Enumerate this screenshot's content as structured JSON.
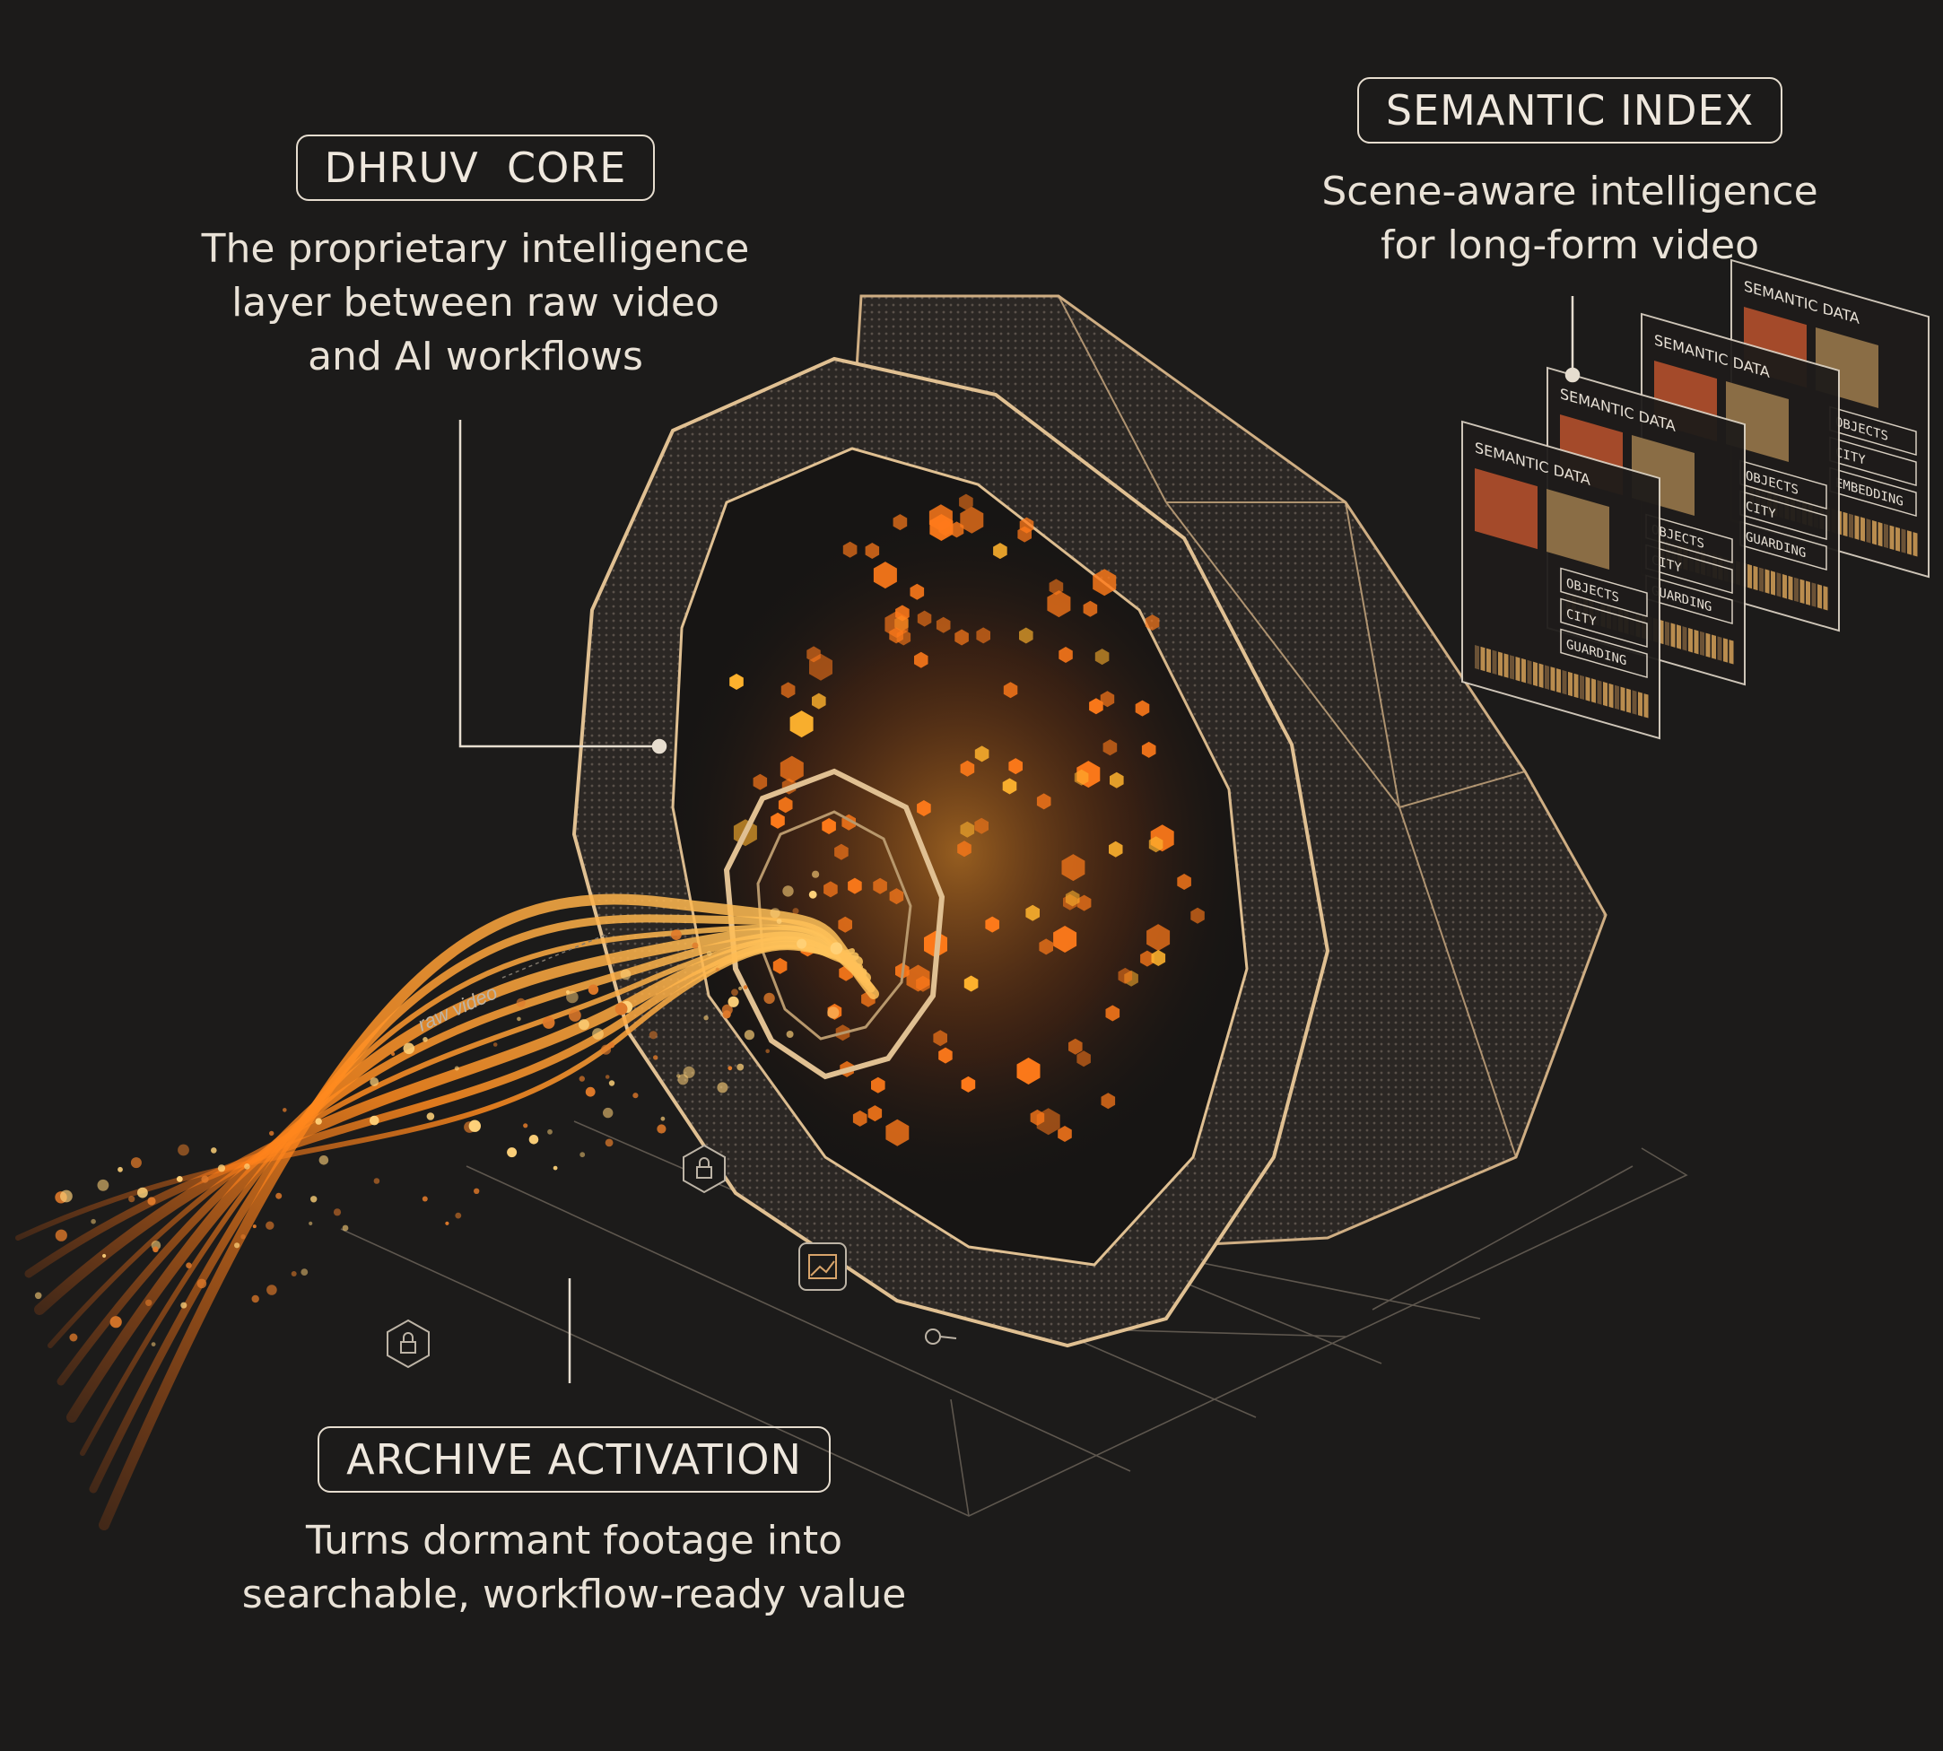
{
  "callouts": {
    "core": {
      "title": "DHRUV  CORE",
      "lines": [
        "The proprietary intelligence",
        "layer between raw video",
        "and AI workflows"
      ]
    },
    "semantic": {
      "title": "SEMANTIC INDEX",
      "lines": [
        "Scene-aware intelligence",
        "for long-form video"
      ]
    },
    "archive": {
      "title": "ARCHIVE ACTIVATION",
      "lines": [
        "Turns dormant footage into",
        "searchable, workflow-ready value"
      ]
    }
  },
  "stream_label": "raw video",
  "data_cards": [
    {
      "header": "SEMANTIC DATA",
      "tags": [
        "OBJECTS",
        "CITY",
        "GUARDING"
      ]
    },
    {
      "header": "SEMANTIC DATA",
      "tags": [
        "OBJECTS",
        "CITY",
        "GUARDING"
      ]
    },
    {
      "header": "SEMANTIC DATA",
      "tags": [
        "OBJECTS",
        "CITY",
        "GUARDING"
      ]
    },
    {
      "header": "SEMANTIC DATA",
      "tags": [
        "OBJECTS",
        "CITY",
        "EMBEDDING"
      ]
    }
  ],
  "colors": {
    "background": "#1c1b1a",
    "frame": "#d9b88a",
    "glow_orange": "#ff7a1a",
    "glow_yellow": "#ffb32e",
    "text": "#ece6dc"
  },
  "icons": [
    "lock-icon",
    "lock-icon",
    "image-icon",
    "key-icon"
  ]
}
